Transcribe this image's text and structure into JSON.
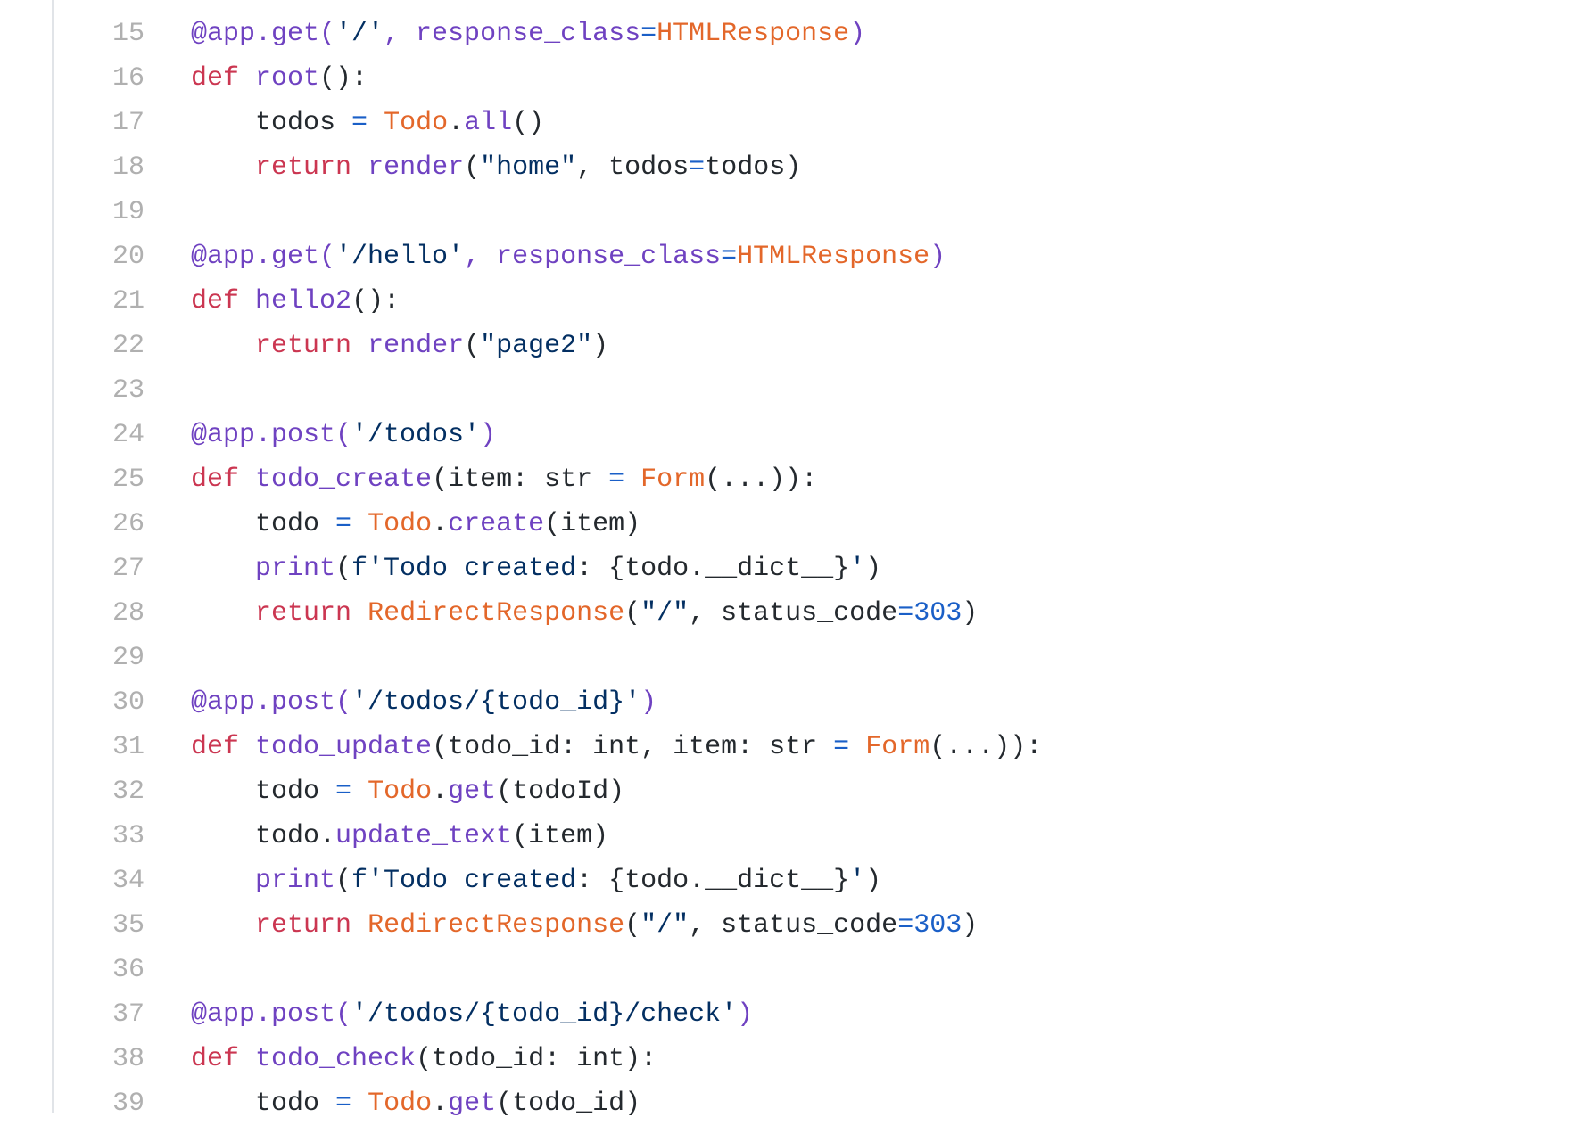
{
  "editor": {
    "colors": {
      "keyword": "#cb3651",
      "function": "#6f42c1",
      "class": "#e3672a",
      "string": "#032f62",
      "number": "#1a5fc7",
      "default": "#24292e",
      "line_number": "#b0b0b0"
    },
    "lines": [
      {
        "num": "15",
        "tokens": [
          {
            "t": "@app.get(",
            "c": "f"
          },
          {
            "t": "'/'",
            "c": "s"
          },
          {
            "t": ", response_class",
            "c": "f"
          },
          {
            "t": "=",
            "c": "o"
          },
          {
            "t": "HTMLResponse",
            "c": "c"
          },
          {
            "t": ")",
            "c": "f"
          }
        ]
      },
      {
        "num": "16",
        "tokens": [
          {
            "t": "def",
            "c": "k"
          },
          {
            "t": " ",
            "c": "d"
          },
          {
            "t": "root",
            "c": "f"
          },
          {
            "t": "():",
            "c": "d"
          }
        ]
      },
      {
        "num": "17",
        "tokens": [
          {
            "t": "    todos ",
            "c": "d"
          },
          {
            "t": "=",
            "c": "o"
          },
          {
            "t": " ",
            "c": "d"
          },
          {
            "t": "Todo",
            "c": "c"
          },
          {
            "t": ".",
            "c": "d"
          },
          {
            "t": "all",
            "c": "f"
          },
          {
            "t": "()",
            "c": "d"
          }
        ]
      },
      {
        "num": "18",
        "tokens": [
          {
            "t": "    ",
            "c": "d"
          },
          {
            "t": "return",
            "c": "k"
          },
          {
            "t": " ",
            "c": "d"
          },
          {
            "t": "render",
            "c": "f"
          },
          {
            "t": "(",
            "c": "d"
          },
          {
            "t": "\"home\"",
            "c": "s"
          },
          {
            "t": ", todos",
            "c": "d"
          },
          {
            "t": "=",
            "c": "o"
          },
          {
            "t": "todos)",
            "c": "d"
          }
        ]
      },
      {
        "num": "19",
        "tokens": []
      },
      {
        "num": "20",
        "tokens": [
          {
            "t": "@app.get(",
            "c": "f"
          },
          {
            "t": "'/hello'",
            "c": "s"
          },
          {
            "t": ", response_class",
            "c": "f"
          },
          {
            "t": "=",
            "c": "o"
          },
          {
            "t": "HTMLResponse",
            "c": "c"
          },
          {
            "t": ")",
            "c": "f"
          }
        ]
      },
      {
        "num": "21",
        "tokens": [
          {
            "t": "def",
            "c": "k"
          },
          {
            "t": " ",
            "c": "d"
          },
          {
            "t": "hello2",
            "c": "f"
          },
          {
            "t": "():",
            "c": "d"
          }
        ]
      },
      {
        "num": "22",
        "tokens": [
          {
            "t": "    ",
            "c": "d"
          },
          {
            "t": "return",
            "c": "k"
          },
          {
            "t": " ",
            "c": "d"
          },
          {
            "t": "render",
            "c": "f"
          },
          {
            "t": "(",
            "c": "d"
          },
          {
            "t": "\"page2\"",
            "c": "s"
          },
          {
            "t": ")",
            "c": "d"
          }
        ]
      },
      {
        "num": "23",
        "tokens": []
      },
      {
        "num": "24",
        "tokens": [
          {
            "t": "@app.post(",
            "c": "f"
          },
          {
            "t": "'/todos'",
            "c": "s"
          },
          {
            "t": ")",
            "c": "f"
          }
        ]
      },
      {
        "num": "25",
        "tokens": [
          {
            "t": "def",
            "c": "k"
          },
          {
            "t": " ",
            "c": "d"
          },
          {
            "t": "todo_create",
            "c": "f"
          },
          {
            "t": "(item: str ",
            "c": "d"
          },
          {
            "t": "=",
            "c": "o"
          },
          {
            "t": " ",
            "c": "d"
          },
          {
            "t": "Form",
            "c": "c"
          },
          {
            "t": "(...)):",
            "c": "d"
          }
        ]
      },
      {
        "num": "26",
        "tokens": [
          {
            "t": "    todo ",
            "c": "d"
          },
          {
            "t": "=",
            "c": "o"
          },
          {
            "t": " ",
            "c": "d"
          },
          {
            "t": "Todo",
            "c": "c"
          },
          {
            "t": ".",
            "c": "d"
          },
          {
            "t": "create",
            "c": "f"
          },
          {
            "t": "(item)",
            "c": "d"
          }
        ]
      },
      {
        "num": "27",
        "tokens": [
          {
            "t": "    ",
            "c": "d"
          },
          {
            "t": "print",
            "c": "f"
          },
          {
            "t": "(",
            "c": "d"
          },
          {
            "t": "f'Todo created",
            "c": "s"
          },
          {
            "t": ": {todo.__dict__}",
            "c": "d"
          },
          {
            "t": "'",
            "c": "s"
          },
          {
            "t": ")",
            "c": "d"
          }
        ]
      },
      {
        "num": "28",
        "tokens": [
          {
            "t": "    ",
            "c": "d"
          },
          {
            "t": "return",
            "c": "k"
          },
          {
            "t": " ",
            "c": "d"
          },
          {
            "t": "RedirectResponse",
            "c": "c"
          },
          {
            "t": "(",
            "c": "d"
          },
          {
            "t": "\"/\"",
            "c": "s"
          },
          {
            "t": ", status_code",
            "c": "d"
          },
          {
            "t": "=",
            "c": "o"
          },
          {
            "t": "303",
            "c": "n"
          },
          {
            "t": ")",
            "c": "d"
          }
        ]
      },
      {
        "num": "29",
        "tokens": []
      },
      {
        "num": "30",
        "tokens": [
          {
            "t": "@app.post(",
            "c": "f"
          },
          {
            "t": "'/todos/{todo_id}'",
            "c": "s"
          },
          {
            "t": ")",
            "c": "f"
          }
        ]
      },
      {
        "num": "31",
        "tokens": [
          {
            "t": "def",
            "c": "k"
          },
          {
            "t": " ",
            "c": "d"
          },
          {
            "t": "todo_update",
            "c": "f"
          },
          {
            "t": "(todo_id: int, item: str ",
            "c": "d"
          },
          {
            "t": "=",
            "c": "o"
          },
          {
            "t": " ",
            "c": "d"
          },
          {
            "t": "Form",
            "c": "c"
          },
          {
            "t": "(...)):",
            "c": "d"
          }
        ]
      },
      {
        "num": "32",
        "tokens": [
          {
            "t": "    todo ",
            "c": "d"
          },
          {
            "t": "=",
            "c": "o"
          },
          {
            "t": " ",
            "c": "d"
          },
          {
            "t": "Todo",
            "c": "c"
          },
          {
            "t": ".",
            "c": "d"
          },
          {
            "t": "get",
            "c": "f"
          },
          {
            "t": "(todoId)",
            "c": "d"
          }
        ]
      },
      {
        "num": "33",
        "tokens": [
          {
            "t": "    todo.",
            "c": "d"
          },
          {
            "t": "update_text",
            "c": "f"
          },
          {
            "t": "(item)",
            "c": "d"
          }
        ]
      },
      {
        "num": "34",
        "tokens": [
          {
            "t": "    ",
            "c": "d"
          },
          {
            "t": "print",
            "c": "f"
          },
          {
            "t": "(",
            "c": "d"
          },
          {
            "t": "f'Todo created",
            "c": "s"
          },
          {
            "t": ": {todo.__dict__}",
            "c": "d"
          },
          {
            "t": "'",
            "c": "s"
          },
          {
            "t": ")",
            "c": "d"
          }
        ]
      },
      {
        "num": "35",
        "tokens": [
          {
            "t": "    ",
            "c": "d"
          },
          {
            "t": "return",
            "c": "k"
          },
          {
            "t": " ",
            "c": "d"
          },
          {
            "t": "RedirectResponse",
            "c": "c"
          },
          {
            "t": "(",
            "c": "d"
          },
          {
            "t": "\"/\"",
            "c": "s"
          },
          {
            "t": ", status_code",
            "c": "d"
          },
          {
            "t": "=",
            "c": "o"
          },
          {
            "t": "303",
            "c": "n"
          },
          {
            "t": ")",
            "c": "d"
          }
        ]
      },
      {
        "num": "36",
        "tokens": []
      },
      {
        "num": "37",
        "tokens": [
          {
            "t": "@app.post(",
            "c": "f"
          },
          {
            "t": "'/todos/{todo_id}/check'",
            "c": "s"
          },
          {
            "t": ")",
            "c": "f"
          }
        ]
      },
      {
        "num": "38",
        "tokens": [
          {
            "t": "def",
            "c": "k"
          },
          {
            "t": " ",
            "c": "d"
          },
          {
            "t": "todo_check",
            "c": "f"
          },
          {
            "t": "(todo_id: int):",
            "c": "d"
          }
        ]
      },
      {
        "num": "39",
        "tokens": [
          {
            "t": "    todo ",
            "c": "d"
          },
          {
            "t": "=",
            "c": "o"
          },
          {
            "t": " ",
            "c": "d"
          },
          {
            "t": "Todo",
            "c": "c"
          },
          {
            "t": ".",
            "c": "d"
          },
          {
            "t": "get",
            "c": "f"
          },
          {
            "t": "(todo_id)",
            "c": "d"
          }
        ]
      }
    ]
  }
}
